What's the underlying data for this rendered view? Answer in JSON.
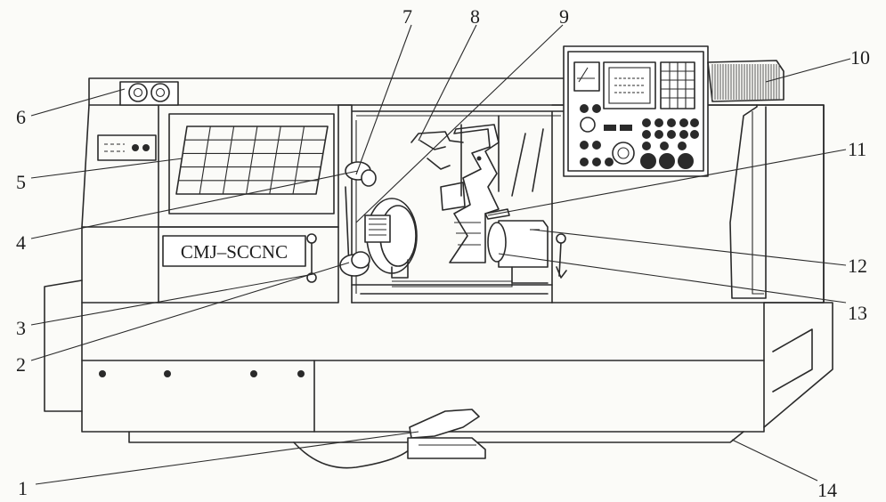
{
  "figure": {
    "model_plate": "CMJ–SCCNC",
    "callouts": [
      "1",
      "2",
      "3",
      "4",
      "5",
      "6",
      "7",
      "8",
      "9",
      "10",
      "11",
      "12",
      "13",
      "14"
    ]
  }
}
